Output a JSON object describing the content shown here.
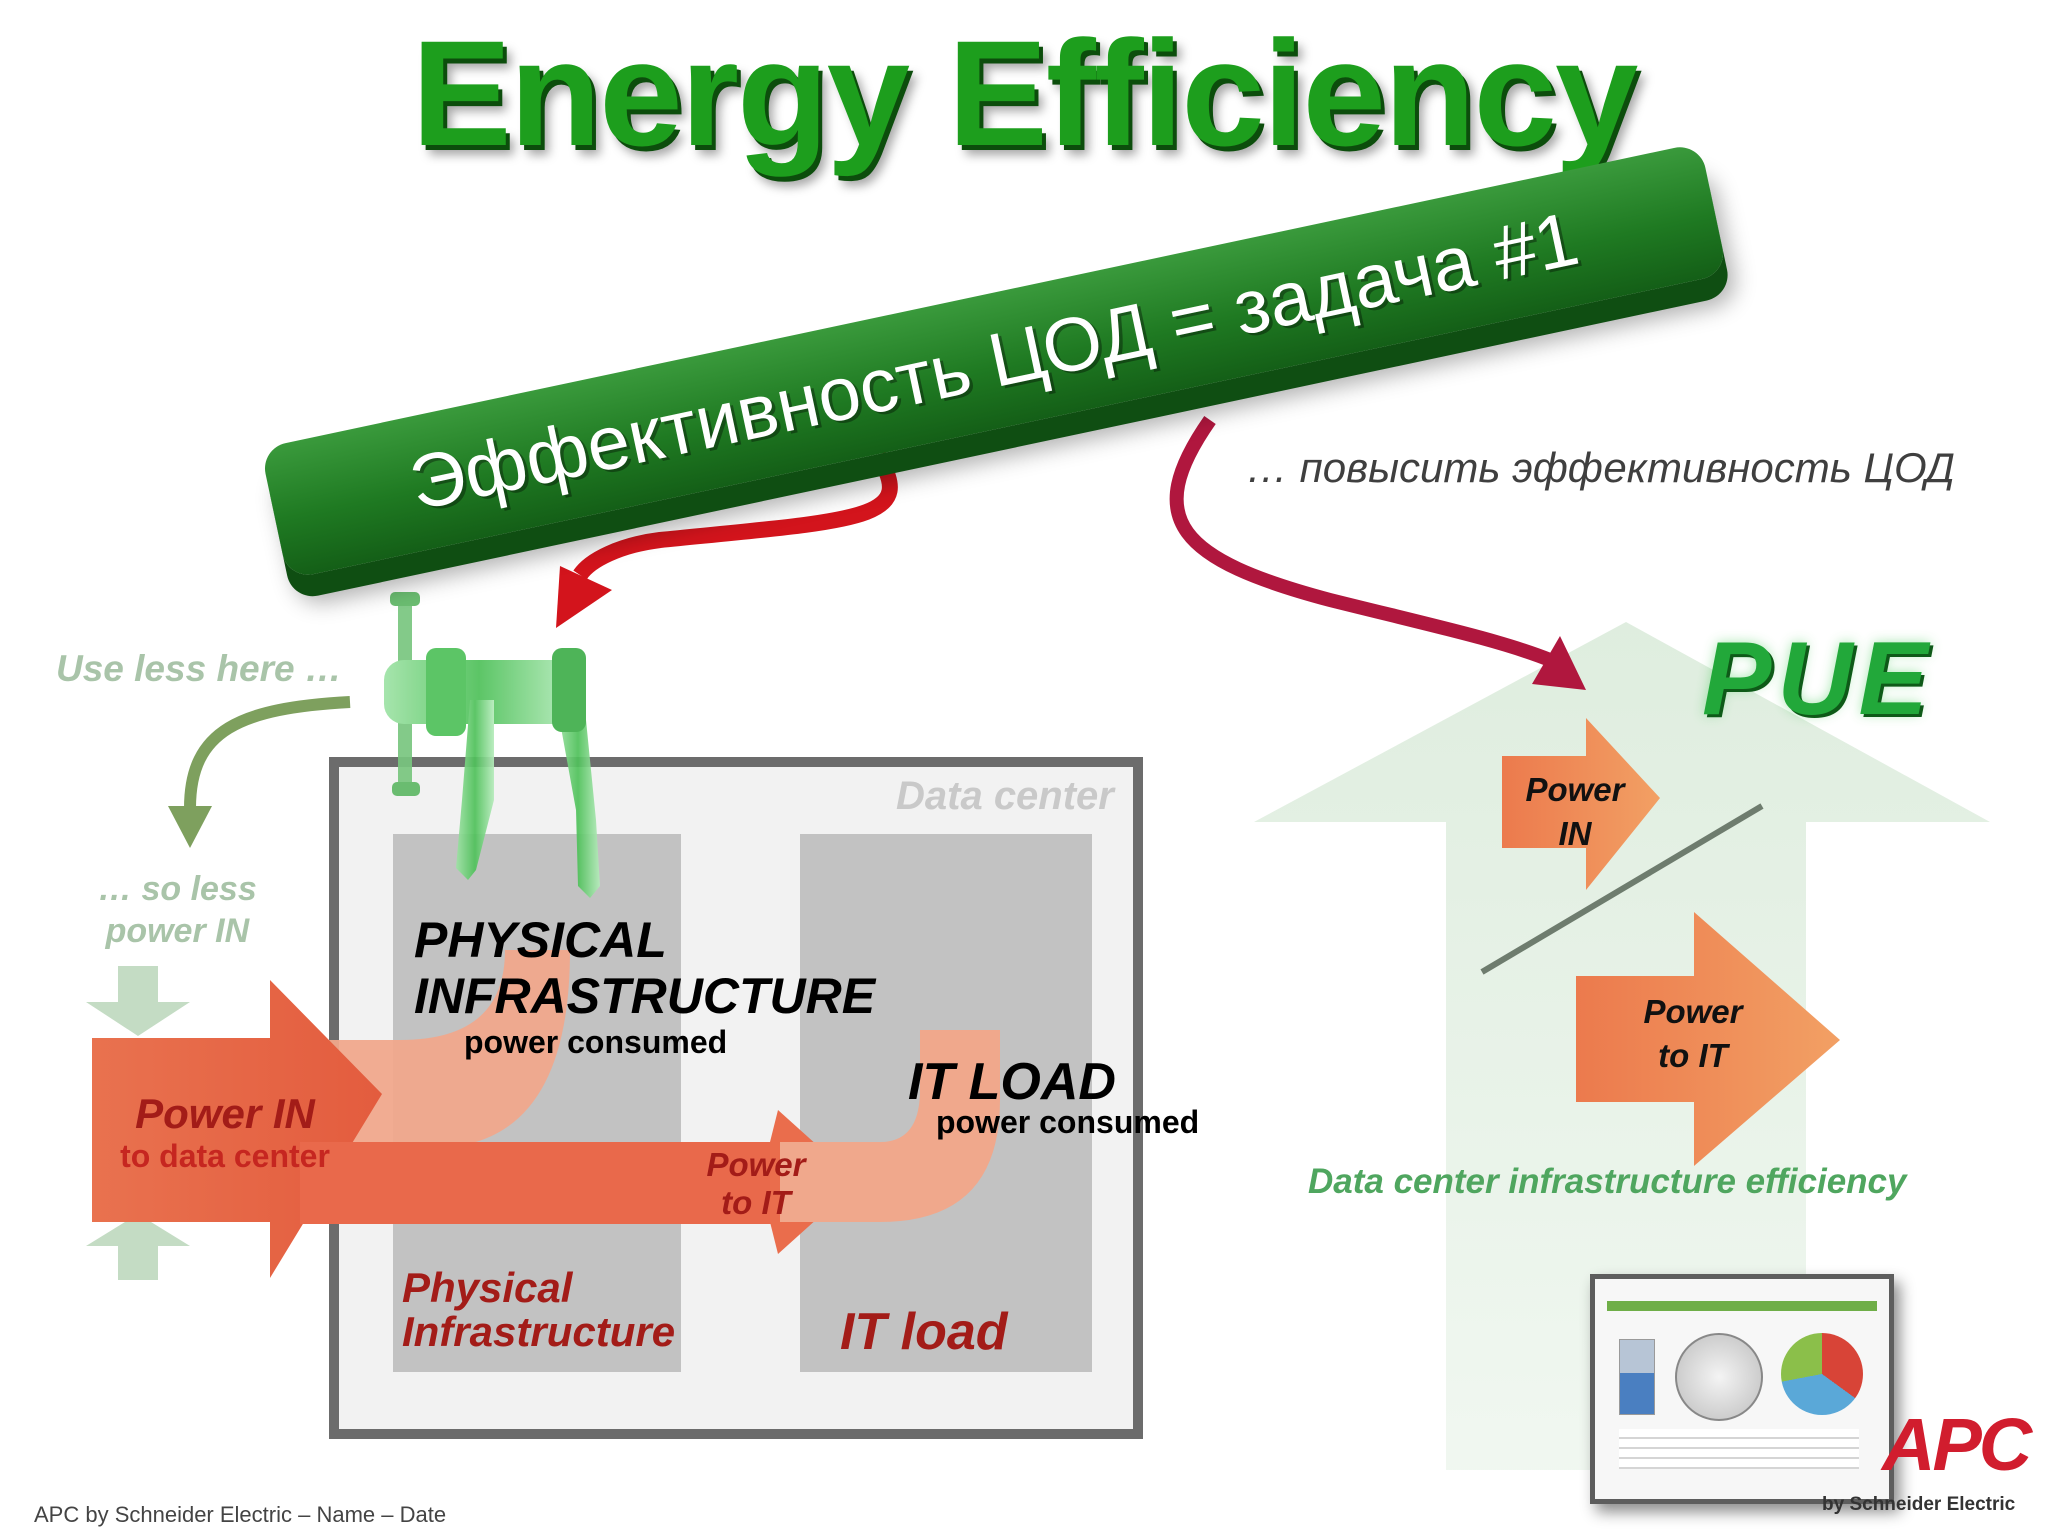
{
  "title": "Energy Efficiency",
  "banner": {
    "text": "Эффективность ЦОД = задача #1"
  },
  "note_right": "… повысить эффективность ЦОД",
  "left": {
    "use_less": "Use less here …",
    "so_less": "… so less\npower IN",
    "data_center_label": "Data center",
    "physical_infrastructure_heading": "PHYSICAL\nINFRASTRUCTURE",
    "physical_infrastructure_sub": "power consumed",
    "it_load_heading": "IT LOAD",
    "it_load_sub": "power consumed",
    "power_in_main": "Power IN",
    "power_in_sub": "to data center",
    "power_to_it": "Power\nto IT",
    "physical_infrastructure_label": "Physical\nInfrastructure",
    "it_load_label": "IT load"
  },
  "right": {
    "pue": "PUE",
    "fraction_top": "Power\nIN",
    "fraction_bottom": "Power\nto IT",
    "caption": "Data center infrastructure efficiency"
  },
  "logo": {
    "brand": "APC",
    "tagline": "by Schneider Electric"
  },
  "footer": "APC by Schneider Electric – Name – Date",
  "colors": {
    "title_green": "#1d9e1d",
    "banner_green": "#1f7a22",
    "flow_orange": "#e8674a",
    "arrow_red": "#d3141c",
    "arrow_crimson": "#b0173e",
    "faded_green_text": "#a9c4a9",
    "dark_red_text": "#a31c18"
  },
  "icons": [
    "valve-icon",
    "monitor-dashboard-icon"
  ]
}
